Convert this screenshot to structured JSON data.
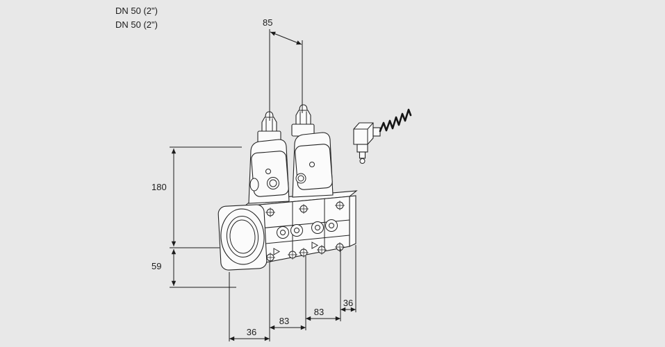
{
  "canvas": {
    "background": "#e8e8e8",
    "line_color": "#1c1c1c"
  },
  "connection_labels": {
    "line1": "DN 50 (2\")",
    "line2": "DN 50 (2\")"
  },
  "dimensions": {
    "valve_axis_spacing": "85",
    "overall_height": "180",
    "flange_center_height": "59",
    "bottom_chain": [
      "36",
      "83",
      "83",
      "36"
    ]
  }
}
